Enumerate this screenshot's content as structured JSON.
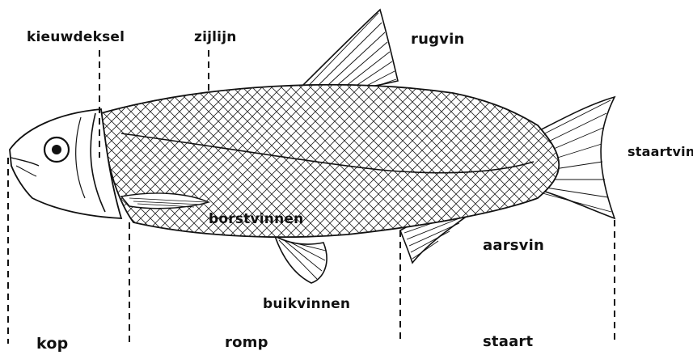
{
  "labels": {
    "kieuwdeksel": "kieuwdeksel",
    "zijlijn": "zijlijn",
    "rugvin": "rugvin",
    "staartvin": "staartvin",
    "borstvinnen": "borstvinnen",
    "aarsvin": "aarsvin",
    "buikvinnen": "buikvinnen",
    "kop": "kop",
    "romp": "romp",
    "staart": "staart"
  },
  "colors": {
    "ink": "#111111",
    "background": "#ffffff"
  }
}
